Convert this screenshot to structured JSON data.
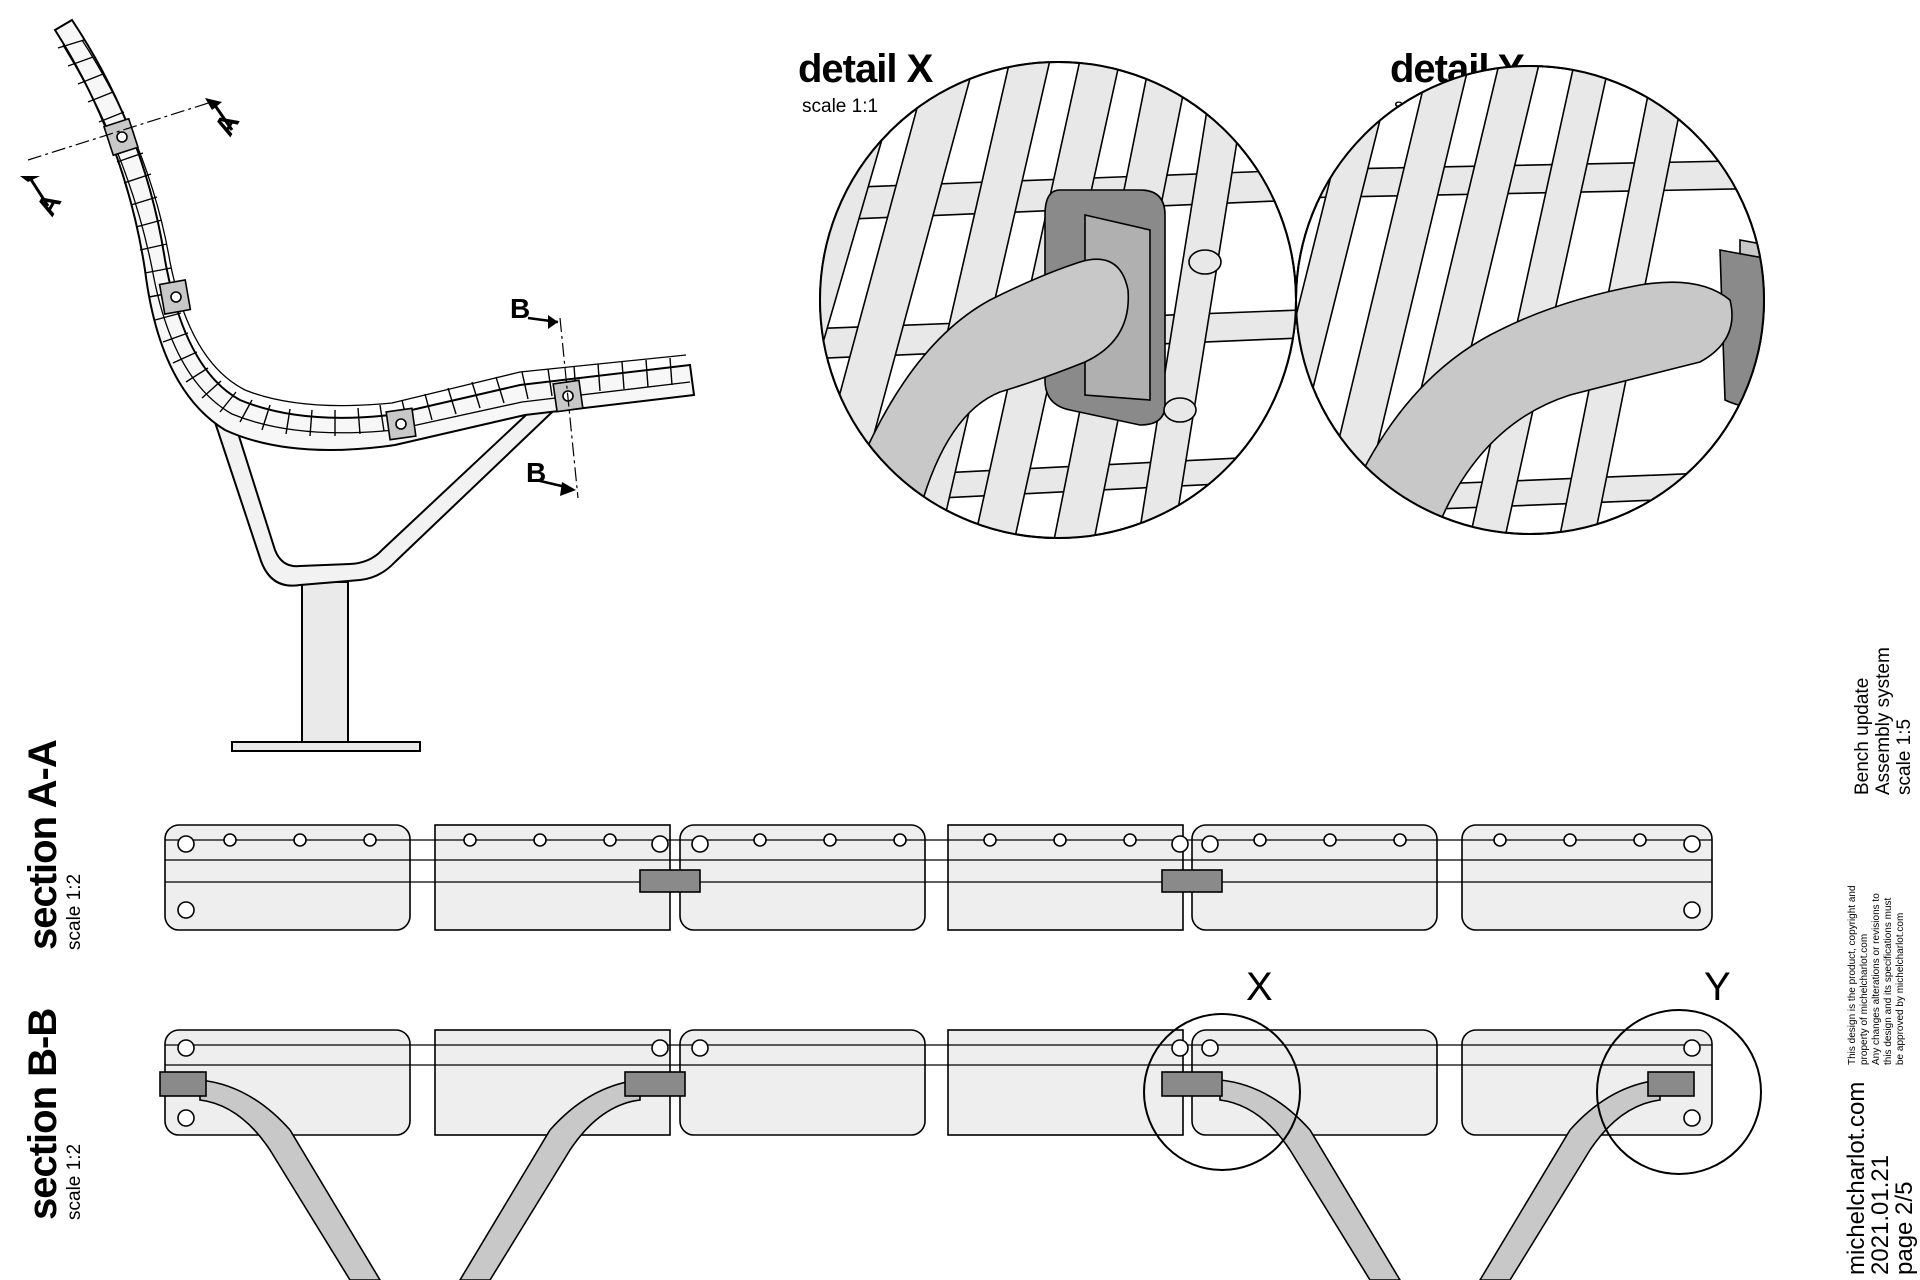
{
  "details": [
    {
      "title": "detail X",
      "scale": "scale 1:1"
    },
    {
      "title": "detail Y",
      "scale": "scale 1:1"
    }
  ],
  "cut_marks": {
    "a": "A",
    "b": "B"
  },
  "sections": [
    {
      "title": "section A-A",
      "scale": "scale 1:2"
    },
    {
      "title": "section B-B",
      "scale": "scale 1:2"
    }
  ],
  "callouts": {
    "x": "X",
    "y": "Y"
  },
  "sidebar": {
    "title_lines": [
      "Bench update",
      "Assembly system",
      "scale 1:5"
    ],
    "notice_lines": [
      "This design is the product, copyright and",
      "property of michelcharlot.com",
      "Any changes alterations or revisions to",
      "this design and its specifications must",
      "be approved by michelcharlot.com"
    ],
    "footer_lines": [
      "michelcharlot.com",
      "2021.01.21",
      "page 2/5"
    ]
  },
  "colors": {
    "line": "#000000",
    "fill_light": "#eaeaea",
    "fill_mid": "#c8c8c8",
    "fill_dark": "#8a8a8a"
  }
}
